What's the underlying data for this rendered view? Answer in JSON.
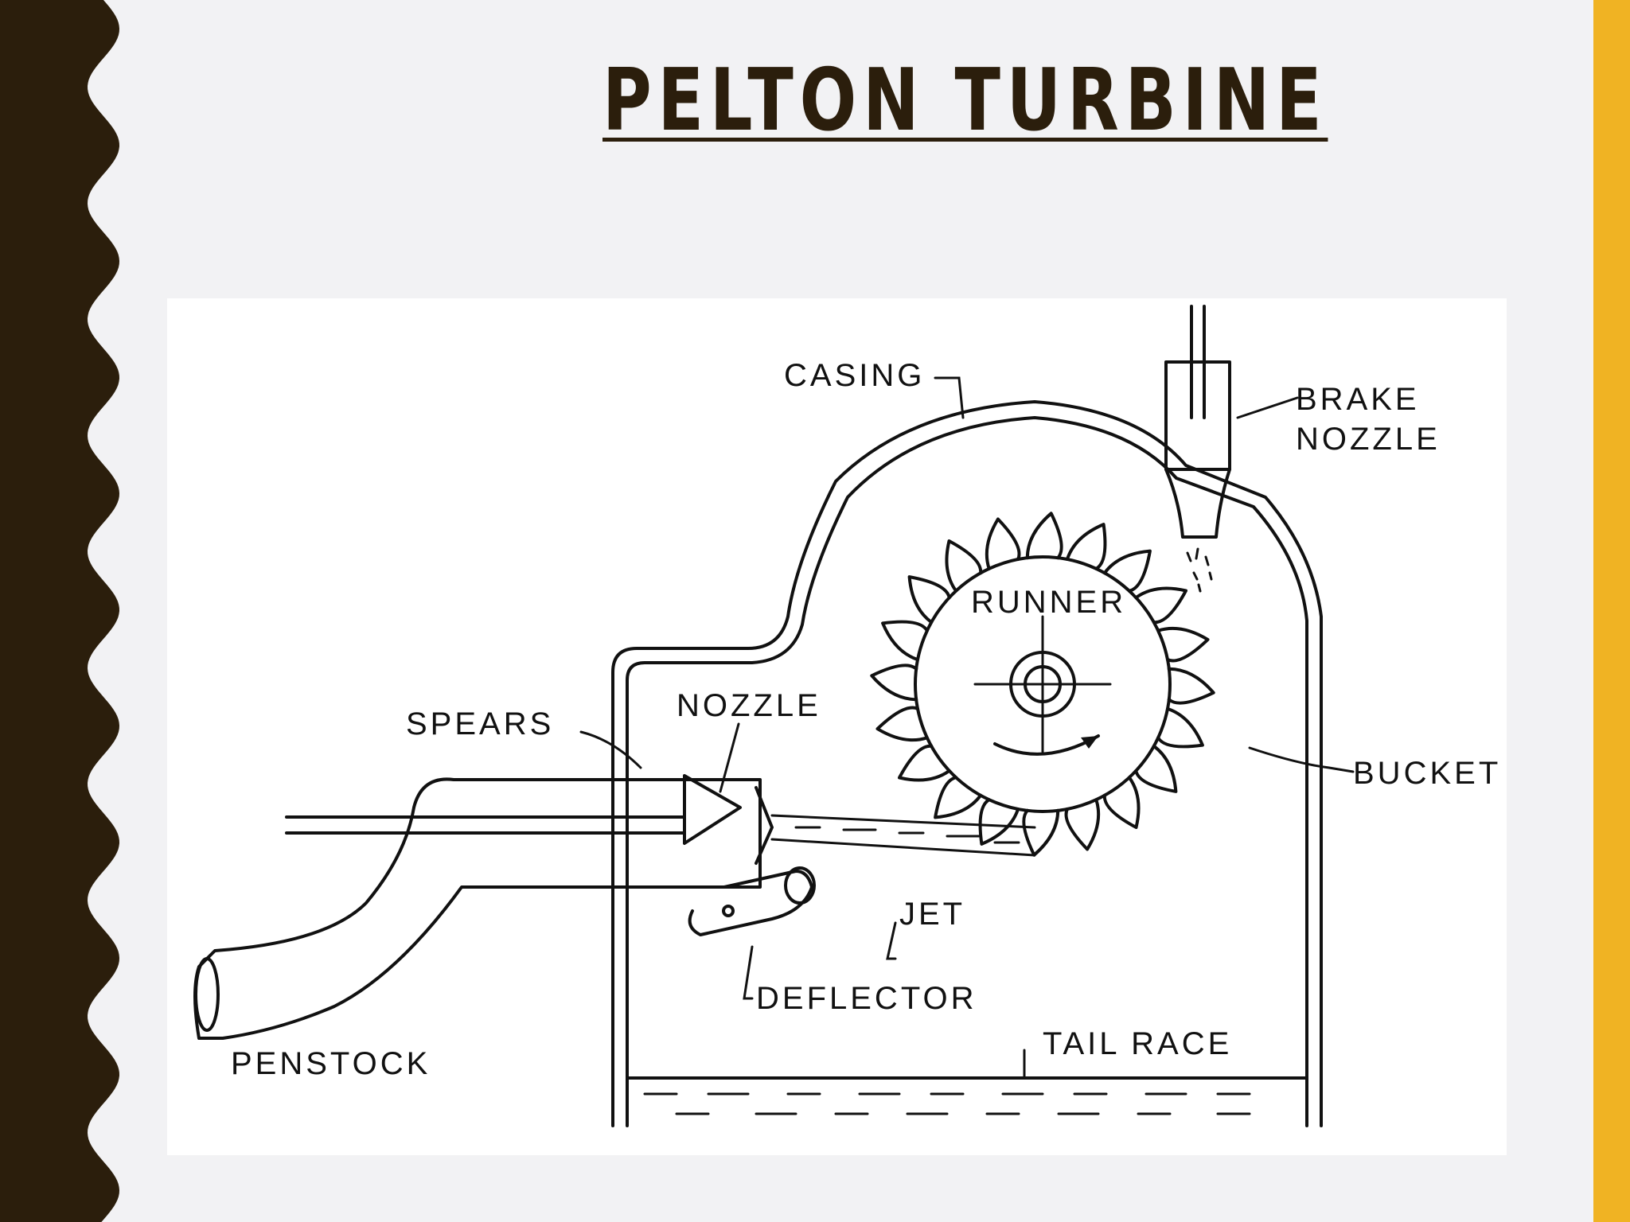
{
  "slide": {
    "title": "PELTON TURBINE",
    "colors": {
      "background": "#f2f2f4",
      "left_band": "#2b1e0c",
      "right_band": "#f0b323",
      "title": "#2b1e0c"
    }
  },
  "diagram": {
    "labels": {
      "casing": "CASING",
      "brake_nozzle_line1": "BRAKE",
      "brake_nozzle_line2": "NOZZLE",
      "runner": "RUNNER",
      "nozzle": "NOZZLE",
      "spears": "SPEARS",
      "bucket": "BUCKET",
      "jet": "JET",
      "deflector": "DEFLECTOR",
      "tail_race": "TAIL RACE",
      "penstock": "PENSTOCK"
    }
  }
}
